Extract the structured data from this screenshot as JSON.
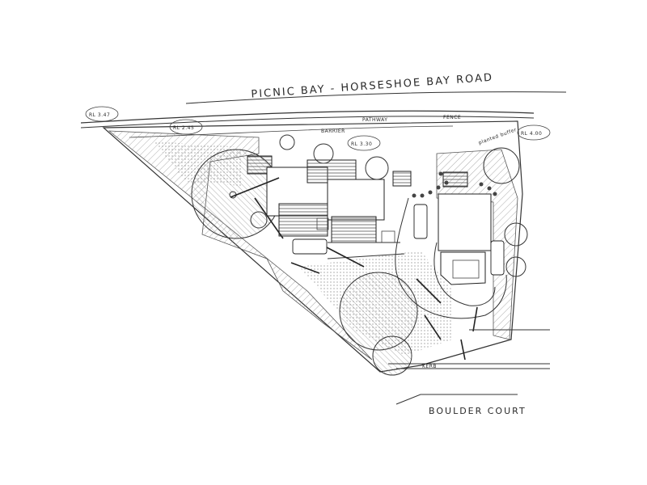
{
  "roads": {
    "top": "PICNIC BAY  -  HORSESHOE BAY ROAD",
    "bottom": "BOULDER COURT"
  },
  "labels": {
    "pathway": "PATHWAY",
    "fence": "FENCE",
    "barrier": "BARRIER",
    "kerb": "KERB",
    "planted_buffer": "planted buffer"
  },
  "levels": {
    "rl1": "RL 3.47",
    "rl2": "RL 2.45",
    "rl3": "RL 3.30",
    "rl4": "RL 4.00"
  }
}
